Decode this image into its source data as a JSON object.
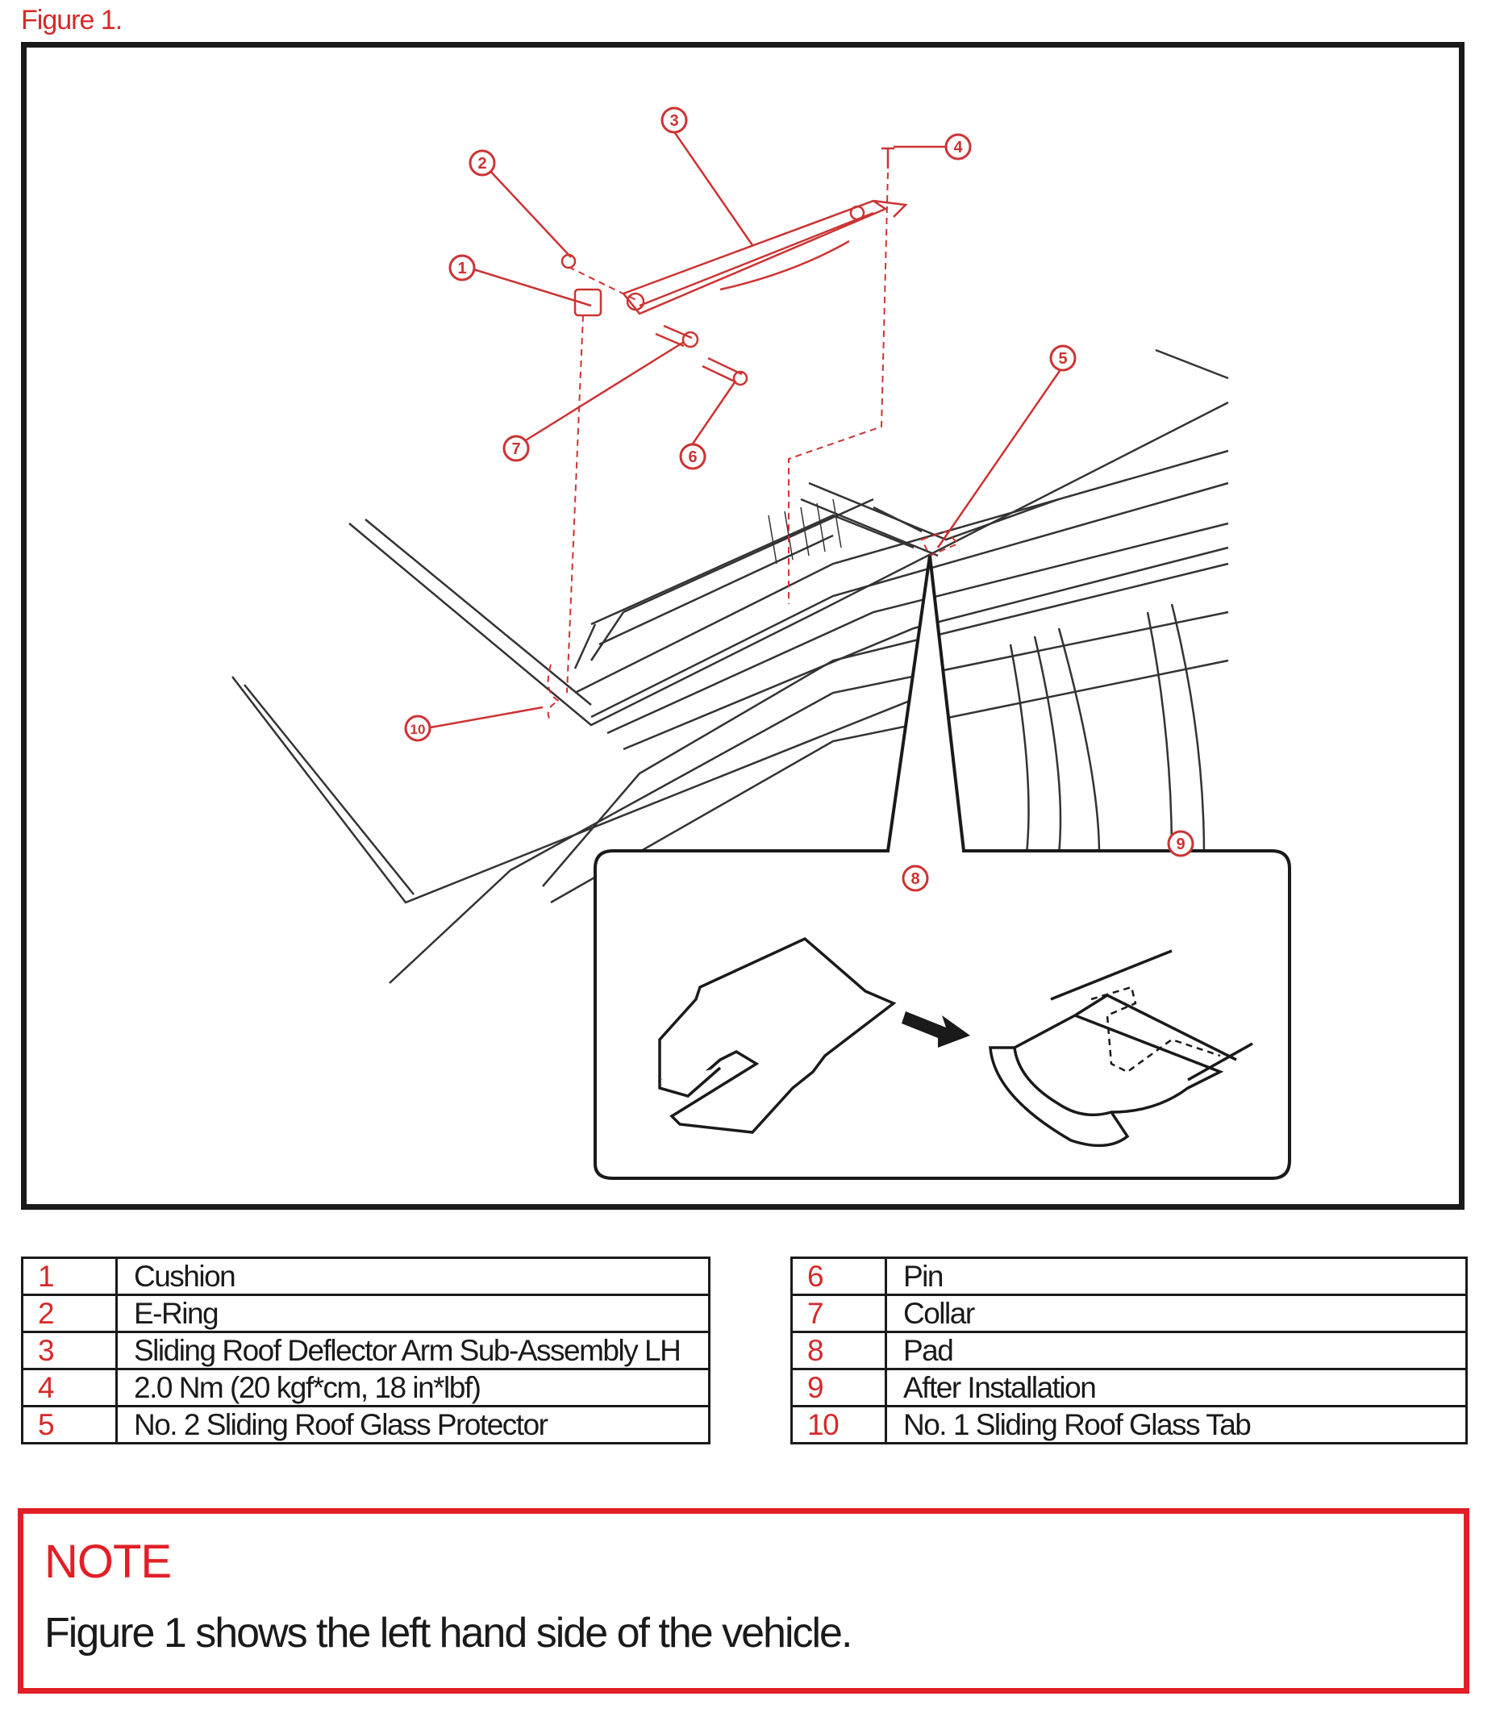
{
  "figure_label": "Figure 1.",
  "callouts": [
    "1",
    "2",
    "3",
    "4",
    "5",
    "6",
    "7",
    "8",
    "9",
    "10"
  ],
  "legend": {
    "left": [
      {
        "num": "1",
        "label": "Cushion"
      },
      {
        "num": "2",
        "label": "E-Ring"
      },
      {
        "num": "3",
        "label": "Sliding Roof Deflector Arm Sub-Assembly LH"
      },
      {
        "num": "4",
        "label": "2.0 Nm (20 kgf*cm, 18 in*lbf)"
      },
      {
        "num": "5",
        "label": "No. 2 Sliding Roof Glass Protector"
      }
    ],
    "right": [
      {
        "num": "6",
        "label": "Pin"
      },
      {
        "num": "7",
        "label": "Collar"
      },
      {
        "num": "8",
        "label": "Pad"
      },
      {
        "num": "9",
        "label": "After Installation"
      },
      {
        "num": "10",
        "label": "No. 1 Sliding Roof Glass Tab"
      }
    ]
  },
  "note": {
    "title": "NOTE",
    "text": "Figure 1 shows the left hand side of the vehicle."
  },
  "colors": {
    "accent": "#e21f26",
    "callout": "#d42a2a",
    "line": "#1a1a1a"
  }
}
